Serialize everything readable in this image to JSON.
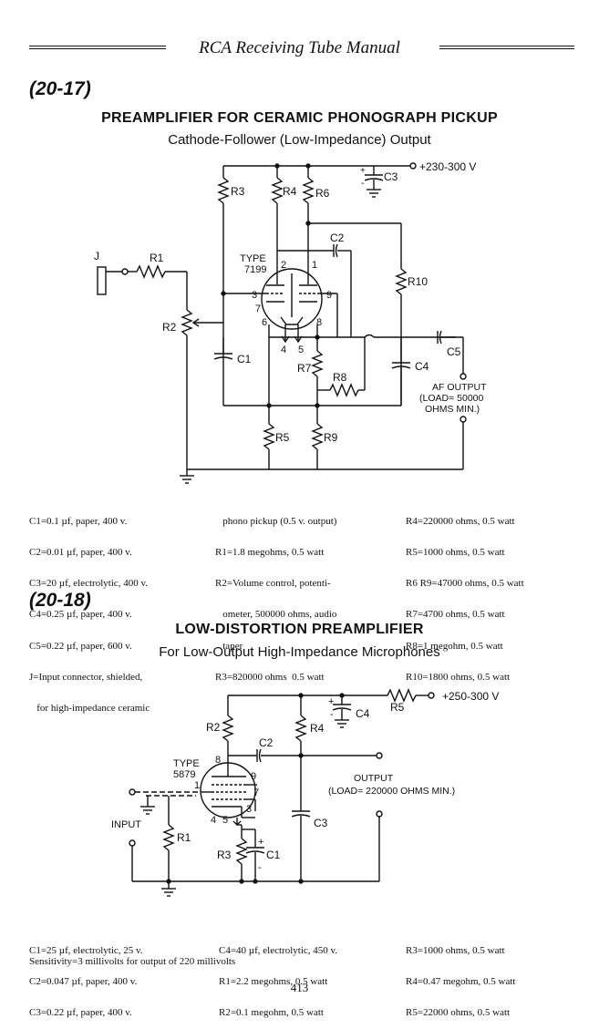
{
  "header": {
    "title": "RCA Receiving Tube Manual"
  },
  "figure1": {
    "number": "(20-17)",
    "title": "PREAMPLIFIER FOR CERAMIC PHONOGRAPH PICKUP",
    "subtitle": "Cathode-Follower (Low-Impedance) Output",
    "labels": {
      "supply": "+230-300 V",
      "type": "TYPE",
      "tube": "7199",
      "jack": "J",
      "af_output": "AF OUTPUT",
      "load": "(LOAD= 50000",
      "load2": "OHMS MIN.)",
      "R1": "R1",
      "R2": "R2",
      "R3": "R3",
      "R4": "R4",
      "R5": "R5",
      "R6": "R6",
      "R7": "R7",
      "R8": "R8",
      "R9": "R9",
      "R10": "R10",
      "C1": "C1",
      "C2": "C2",
      "C3": "C3",
      "C4": "C4",
      "C5": "C5",
      "pins": [
        "1",
        "2",
        "3",
        "4",
        "5",
        "6",
        "7",
        "8",
        "9"
      ]
    },
    "parts": {
      "col1": [
        "C1=0.1 µf, paper, 400 v.",
        "C2=0.01 µf, paper, 400 v.",
        "C3=20 µf, electrolytic, 400 v.",
        "C4=0.25 µf, paper, 400 v.",
        "C5=0.22 µf, paper, 600 v.",
        "J=Input connector, shielded,",
        "   for high-impedance ceramic"
      ],
      "col2": [
        "   phono pickup (0.5 v. output)",
        "R1=1.8 megohms, 0.5 watt",
        "R2=Volume control, potenti-",
        "   ometer, 500000 ohms, audio",
        "   taper",
        "R3=820000 ohms  0.5 watt"
      ],
      "col3": [
        "R4=220000 ohms, 0.5 watt",
        "R5=1000 ohms, 0.5 watt",
        "R6 R9=47000 ohms, 0.5 watt",
        "R7=4700 ohms, 0.5 watt",
        "R8=1 megohm, 0.5 watt",
        "R10=1800 ohms, 0.5 watt"
      ]
    }
  },
  "figure2": {
    "number": "(20-18)",
    "title": "LOW-DISTORTION PREAMPLIFIER",
    "subtitle": "For Low-Output High-Impedance Microphones",
    "labels": {
      "supply": "+250-300 V",
      "type": "TYPE",
      "tube": "5879",
      "input": "INPUT",
      "output": "OUTPUT",
      "load": "(LOAD= 220000 OHMS MIN.)",
      "R1": "R1",
      "R2": "R2",
      "R3": "R3",
      "R4": "R4",
      "R5": "R5",
      "C1": "C1",
      "C2": "C2",
      "C3": "C3",
      "C4": "C4",
      "pins": [
        "1",
        "3",
        "4",
        "5",
        "7",
        "8",
        "9"
      ]
    },
    "parts": {
      "col1": [
        "C1=25 µf, electrolytic, 25 v.",
        "C2=0.047 µf, paper, 400 v.",
        "C3=0.22 µf, paper, 400 v."
      ],
      "col2": [
        "C4=40 µf, electrolytic, 450 v.",
        "R1=2.2 megohms, 0.5 watt",
        "R2=0.1 megohm, 0.5 watt"
      ],
      "col3": [
        "R3=1000 ohms, 0.5 watt",
        "R4=0.47 megohm, 0.5 watt",
        "R5=22000 ohms, 0.5 watt"
      ],
      "sensitivity": "Sensitivity=3 millivolts for output of 220 millivolts"
    }
  },
  "page_number": "413"
}
